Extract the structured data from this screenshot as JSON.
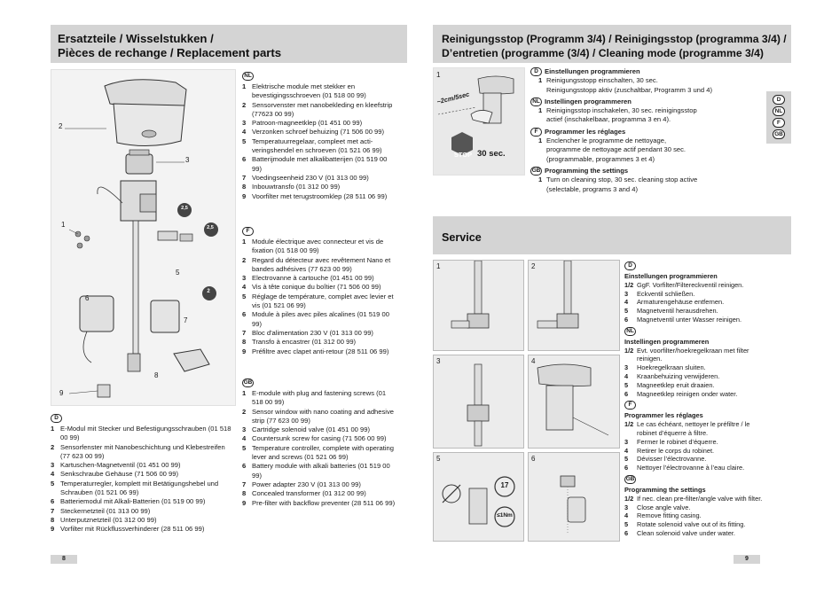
{
  "left": {
    "title_line1": "Ersatzteile / Wisselstukken /",
    "title_line2": "Pièces de rechange / Replacement parts",
    "callouts": [
      "2",
      "3",
      "1",
      "5",
      "6",
      "7",
      "8",
      "9",
      "2,5",
      "2,5",
      "2"
    ],
    "page_number": "8",
    "nl": {
      "badge": "NL",
      "items": [
        {
          "n": "1",
          "t": "Elektrische module met stekker en bevestigingsschroeven (01 518 00 99)"
        },
        {
          "n": "2",
          "t": "Sensorvenster met nanobekleding en kleefstrip (77623 00 99)"
        },
        {
          "n": "3",
          "t": "Patroon-magneetklep (01 451 00 99)"
        },
        {
          "n": "4",
          "t": "Verzonken schroef behuizing (71 506 00 99)"
        },
        {
          "n": "5",
          "t": "Temperatuurregelaar, compleet met acti-veringshendel en schroeven (01 521 06 99)"
        },
        {
          "n": "6",
          "t": "Batterijmodule met alkalibatterijen (01 519 00 99)"
        },
        {
          "n": "7",
          "t": "Voedingseenheid 230 V (01 313 00 99)"
        },
        {
          "n": "8",
          "t": "Inbouwtransfo (01 312 00 99)"
        },
        {
          "n": "9",
          "t": "Voorfilter met terugstroomklep (28 511 06 99)"
        }
      ]
    },
    "f": {
      "badge": "F",
      "items": [
        {
          "n": "1",
          "t": "Module électrique avec connecteur et vis de fixation (01 518 00 99)"
        },
        {
          "n": "2",
          "t": "Regard du détecteur avec revêtement Nano et bandes adhésives (77 623 00 99)"
        },
        {
          "n": "3",
          "t": "Electrovanne à cartouche (01 451 00 99)"
        },
        {
          "n": "4",
          "t": "Vis à tête conique du boîtier (71 506 00 99)"
        },
        {
          "n": "5",
          "t": "Réglage de température, complet avec levier et vis (01 521 06 99)"
        },
        {
          "n": "6",
          "t": "Module à piles avec piles alcalines (01 519 00 99)"
        },
        {
          "n": "7",
          "t": "Bloc d'alimentation 230 V (01 313 00 99)"
        },
        {
          "n": "8",
          "t": "Transfo à encastrer (01 312 00 99)"
        },
        {
          "n": "9",
          "t": "Préfiltre avec clapet anti-retour (28 511 06 99)"
        }
      ]
    },
    "gb": {
      "badge": "GB",
      "items": [
        {
          "n": "1",
          "t": "E-module with plug and fastening screws (01 518 00 99)"
        },
        {
          "n": "2",
          "t": "Sensor window with nano coating and adhesive strip (77 623 00 99)"
        },
        {
          "n": "3",
          "t": "Cartridge solenoid valve (01 451 00 99)"
        },
        {
          "n": "4",
          "t": "Countersunk screw for casing (71 506 00 99)"
        },
        {
          "n": "5",
          "t": "Temperature controller, complete with operating lever and screws (01 521 06 99)"
        },
        {
          "n": "6",
          "t": "Battery module with alkali batteries (01 519 00 99)"
        },
        {
          "n": "7",
          "t": "Power adapter 230 V (01 313 00 99)"
        },
        {
          "n": "8",
          "t": "Concealed transformer (01 312 00 99)"
        },
        {
          "n": "9",
          "t": "Pre-filter with backflow preventer (28 511 06 99)"
        }
      ]
    },
    "d": {
      "badge": "D",
      "items": [
        {
          "n": "1",
          "t": "E-Modul mit Stecker und Befestigungsschrauben (01 518 00 99)"
        },
        {
          "n": "2",
          "t": "Sensorfenster mit Nanobeschichtung und Klebestreifen (77 623 00 99)"
        },
        {
          "n": "3",
          "t": "Kartuschen-Magnetventil (01 451 00 99)"
        },
        {
          "n": "4",
          "t": "Senkschraube Gehäuse (71 506 00 99)"
        },
        {
          "n": "5",
          "t": "Temperaturregler, komplett mit Betätigungshebel und Schrauben (01 521 06 99)"
        },
        {
          "n": "6",
          "t": "Batteriemodul mit Alkali-Batterien (01 519 00 99)"
        },
        {
          "n": "7",
          "t": "Steckernetzteil (01 313 00 99)"
        },
        {
          "n": "8",
          "t": "Unterputznetzteil (01 312 00 99)"
        },
        {
          "n": "9",
          "t": "Vorfilter mit Rückflussverhinderer (28 511 06 99)"
        }
      ]
    }
  },
  "right": {
    "title_line1": "Reinigungsstop (Programm 3/4) / Reinigingsstop (programma 3/4) /",
    "title_line2": "D’entretien (programme (3/4) / Cleaning mode (programme 3/4)",
    "illus_label": "1",
    "illus_distance": "~2cm/5sec",
    "stop_text": "STOP",
    "stop_duration": "30 sec.",
    "page_number": "9",
    "side_tabs": [
      "D",
      "NL",
      "F",
      "GB"
    ],
    "cleaning": [
      {
        "badge": "D",
        "head": "Einstellungen programmieren",
        "n": "1",
        "l1": "Reinigungsstopp einschalten, 30 sec.",
        "l2": "Reinigungsstopp aktiv (zuschaltbar, Programm 3 und 4)"
      },
      {
        "badge": "NL",
        "head": "Instellingen programmeren",
        "n": "1",
        "l1": "Reinigingsstop inschakelen, 30 sec. reinigingsstop",
        "l2": "actief (inschakelbaar, programma 3 en 4)."
      },
      {
        "badge": "F",
        "head": "Programmer les réglages",
        "n": "1",
        "l1": "Enclencher le programme de nettoyage,",
        "l2": "programme de nettoyage actif pendant 30 sec. (programmable, programmes 3 et 4)"
      },
      {
        "badge": "GB",
        "head": "Programming the settings",
        "n": "1",
        "l1": "Turn on cleaning stop, 30 sec. cleaning stop active",
        "l2": "(selectable, programs 3 and 4)"
      }
    ],
    "service_title": "Service",
    "service_cells": [
      "1",
      "2",
      "3",
      "4",
      "5",
      "6"
    ],
    "torque_number": "17",
    "torque_value": "≤1Nm",
    "service_text": [
      {
        "badge": "D",
        "title": "Einstellungen programmieren",
        "rows": [
          {
            "n": "1/2",
            "t": "GgF. Vorfilter/Filtereckventil reinigen."
          },
          {
            "n": "3",
            "t": "Eckventil schließen."
          },
          {
            "n": "4",
            "t": "Armaturengehäuse entfernen."
          },
          {
            "n": "5",
            "t": "Magnetventil herausdrehen."
          },
          {
            "n": "6",
            "t": "Magnetventil unter Wasser reinigen."
          }
        ]
      },
      {
        "badge": "NL",
        "title": "Instellingen programmeren",
        "rows": [
          {
            "n": "1/2",
            "t": "Evt. voorfilter/hoekregelkraan met filter reinigen."
          },
          {
            "n": "3",
            "t": "Hoekregelkraan sluiten."
          },
          {
            "n": "4",
            "t": "Kraanbehuizing verwijderen."
          },
          {
            "n": "5",
            "t": "Magneetklep eruit draaien."
          },
          {
            "n": "6",
            "t": "Magneetklep reinigen onder water."
          }
        ]
      },
      {
        "badge": "F",
        "title": "Programmer les réglages",
        "rows": [
          {
            "n": "1/2",
            "t": "Le cas échéant, nettoyer le préfiltre / le robinet d’équerre à filtre."
          },
          {
            "n": "3",
            "t": "Fermer le robinet d’équerre."
          },
          {
            "n": "4",
            "t": "Retirer le corps du robinet."
          },
          {
            "n": "5",
            "t": "Dévisser l’électrovanne."
          },
          {
            "n": "6",
            "t": "Nettoyer l’électrovanne à l’eau claire."
          }
        ]
      },
      {
        "badge": "GB",
        "title": "Programming the settings",
        "rows": [
          {
            "n": "1/2",
            "t": "If nec. clean pre-filter/angle valve with filter."
          },
          {
            "n": "3",
            "t": "Close angle valve."
          },
          {
            "n": "4",
            "t": "Remove fitting casing."
          },
          {
            "n": "5",
            "t": "Rotate solenoid valve out of its fitting."
          },
          {
            "n": "6",
            "t": "Clean solenoid valve under water."
          }
        ]
      }
    ]
  }
}
